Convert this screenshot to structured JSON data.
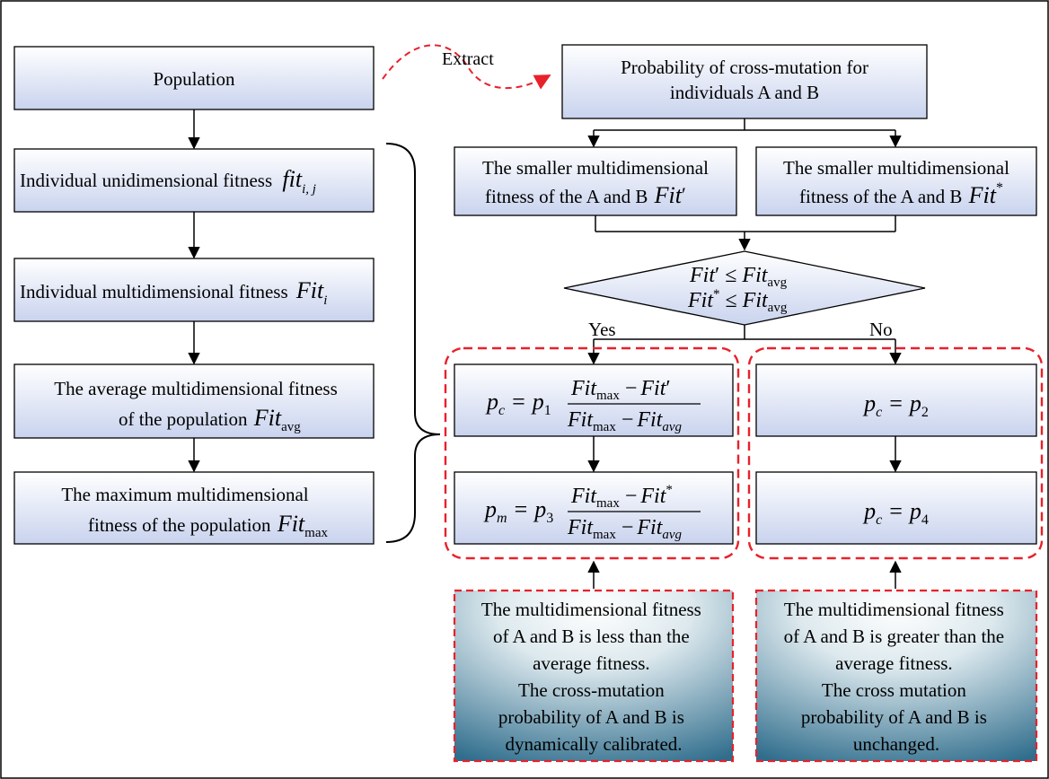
{
  "left": {
    "population": "Population",
    "unidim": {
      "text": "Individual unidimensional fitness",
      "symbol": "fit",
      "sub": "i, j"
    },
    "multidim": {
      "text": "Individual multidimensional fitness",
      "symbol": "Fit",
      "sub": "i"
    },
    "average": {
      "line1": "The average multidimensional fitness",
      "line2": "of the population",
      "symbol": "Fit",
      "sub": "avg"
    },
    "maximum": {
      "line1": "The maximum multidimensional",
      "line2": "fitness of the population",
      "symbol": "Fit",
      "sub": "max"
    }
  },
  "extract": "Extract",
  "top_right": {
    "line1": "Probability of cross-mutation for",
    "line2": "individuals A and B"
  },
  "smaller_a": {
    "line1": "The smaller multidimensional",
    "line2": "fitness of the A and B",
    "symbol": "Fit",
    "sup": "′"
  },
  "smaller_b": {
    "line1": "The smaller multidimensional",
    "line2": "fitness of the A and B",
    "symbol": "Fit",
    "sup": "*"
  },
  "decision": {
    "sym": "Fit",
    "prime": "′",
    "star": "*",
    "le": "≤",
    "sub": "avg"
  },
  "yes": "Yes",
  "no": "No",
  "formulas": {
    "pc1": {
      "lhs": "p",
      "lhs_sub": "c",
      "eq": "=",
      "coef": "p",
      "coef_sub": "1",
      "num_a": "Fit",
      "num_a_sub": "max",
      "minus": "−",
      "num_b": "Fit",
      "num_b_sup": "′",
      "den_a": "Fit",
      "den_a_sub": "max",
      "den_b": "Fit",
      "den_b_sub": "avg"
    },
    "pm1": {
      "lhs": "p",
      "lhs_sub": "m",
      "eq": "=",
      "coef": "p",
      "coef_sub": "3",
      "num_a": "Fit",
      "num_a_sub": "max",
      "minus": "−",
      "num_b": "Fit",
      "num_b_sup": "*",
      "den_a": "Fit",
      "den_a_sub": "max",
      "den_b": "Fit",
      "den_b_sub": "avg"
    },
    "pc2": {
      "lhs": "p",
      "lhs_sub": "c",
      "eq": "=",
      "rhs": "p",
      "rhs_sub": "2"
    },
    "pc4": {
      "lhs": "p",
      "lhs_sub": "c",
      "eq": "=",
      "rhs": "p",
      "rhs_sub": "4"
    }
  },
  "note_left": [
    "The multidimensional fitness",
    "of A and B is less than the",
    "average fitness.",
    "The cross-mutation",
    "probability of A and B is",
    "dynamically calibrated."
  ],
  "note_right": [
    "The multidimensional fitness",
    "of A and B is greater than the",
    "average fitness.",
    "The cross mutation",
    "probability of A and B is",
    "unchanged."
  ],
  "colors": {
    "box_fill_top": "#ffffff",
    "box_fill_bottom": "#c9d3ee",
    "dashed": "#e8212a",
    "note_top": "#ffffff",
    "note_bottom": "#2f6d8c"
  }
}
